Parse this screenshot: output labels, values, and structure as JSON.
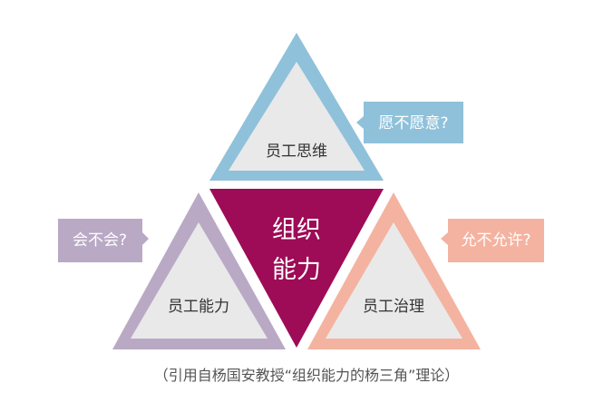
{
  "diagram": {
    "center": {
      "line1": "组织",
      "line2": "能力",
      "color": "#9e0b56"
    },
    "top": {
      "label": "员工思维",
      "question": "愿不愿意?",
      "color": "#8fc1da"
    },
    "left": {
      "label": "员工能力",
      "question": "会不会?",
      "color": "#b9a9c5"
    },
    "right": {
      "label": "员工治理",
      "question": "允不允许?",
      "color": "#f4b3a0"
    },
    "inner_fill": "#e9e9ea"
  },
  "caption": "（引用自杨国安教授“组织能力的杨三角”理论）"
}
